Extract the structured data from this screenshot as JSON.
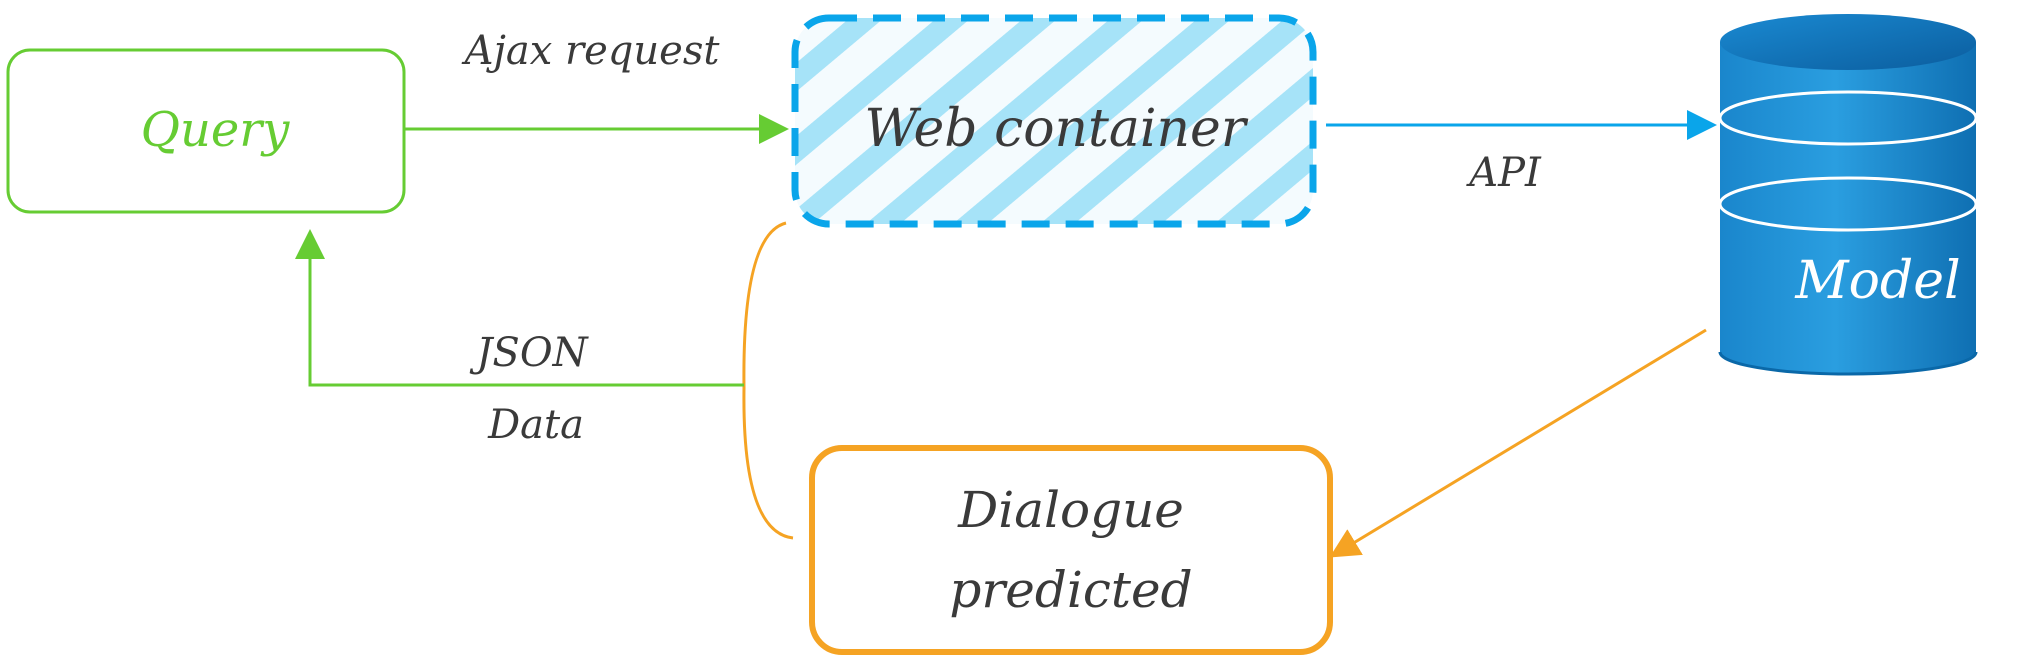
{
  "nodes": {
    "query": {
      "label": "Query"
    },
    "web_container": {
      "label": "Web container"
    },
    "model": {
      "label": "Model"
    },
    "dialogue": {
      "line1": "Dialogue",
      "line2": "predicted"
    }
  },
  "edges": {
    "ajax_request": {
      "label": "Ajax request"
    },
    "api": {
      "label": "API"
    },
    "json_data": {
      "line1": "JSON",
      "line2": "Data"
    }
  },
  "colors": {
    "green": "#66cc33",
    "blue": "#0aa5ea",
    "orange": "#f5a323",
    "model_fill": "#1f8fd4",
    "model_dark": "#0a68a8",
    "text": "#3a3a3a"
  }
}
